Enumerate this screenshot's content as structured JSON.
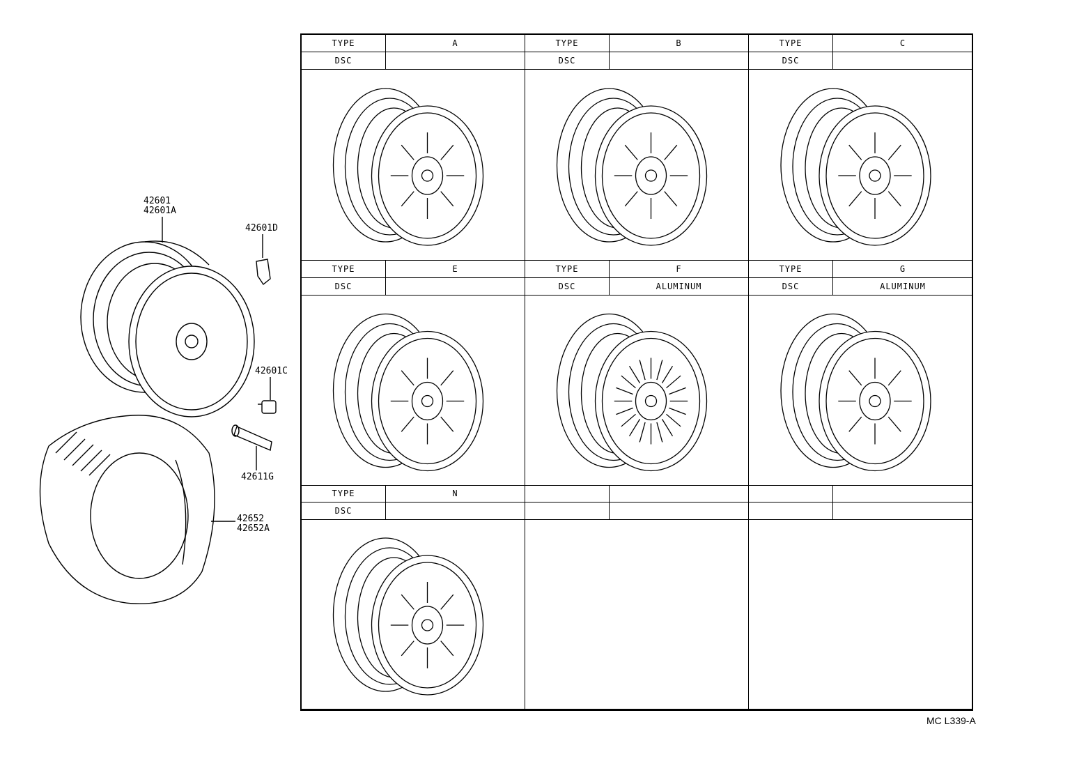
{
  "parts": {
    "wheel_main": [
      "42601",
      "42601A"
    ],
    "weight_clip": "42601D",
    "hub_nut": "42601C",
    "valve": "42611G",
    "tire": [
      "42652",
      "42652A"
    ]
  },
  "table": {
    "type_label": "TYPE",
    "dsc_label": "DSC",
    "cells": [
      {
        "type": "A",
        "dsc": ""
      },
      {
        "type": "B",
        "dsc": ""
      },
      {
        "type": "C",
        "dsc": ""
      },
      {
        "type": "E",
        "dsc": ""
      },
      {
        "type": "F",
        "dsc": "ALUMINUM"
      },
      {
        "type": "G",
        "dsc": "ALUMINUM"
      },
      {
        "type": "N",
        "dsc": ""
      },
      {
        "type": "",
        "dsc": ""
      },
      {
        "type": "",
        "dsc": ""
      }
    ]
  },
  "diagram_code": "MC L339-A"
}
